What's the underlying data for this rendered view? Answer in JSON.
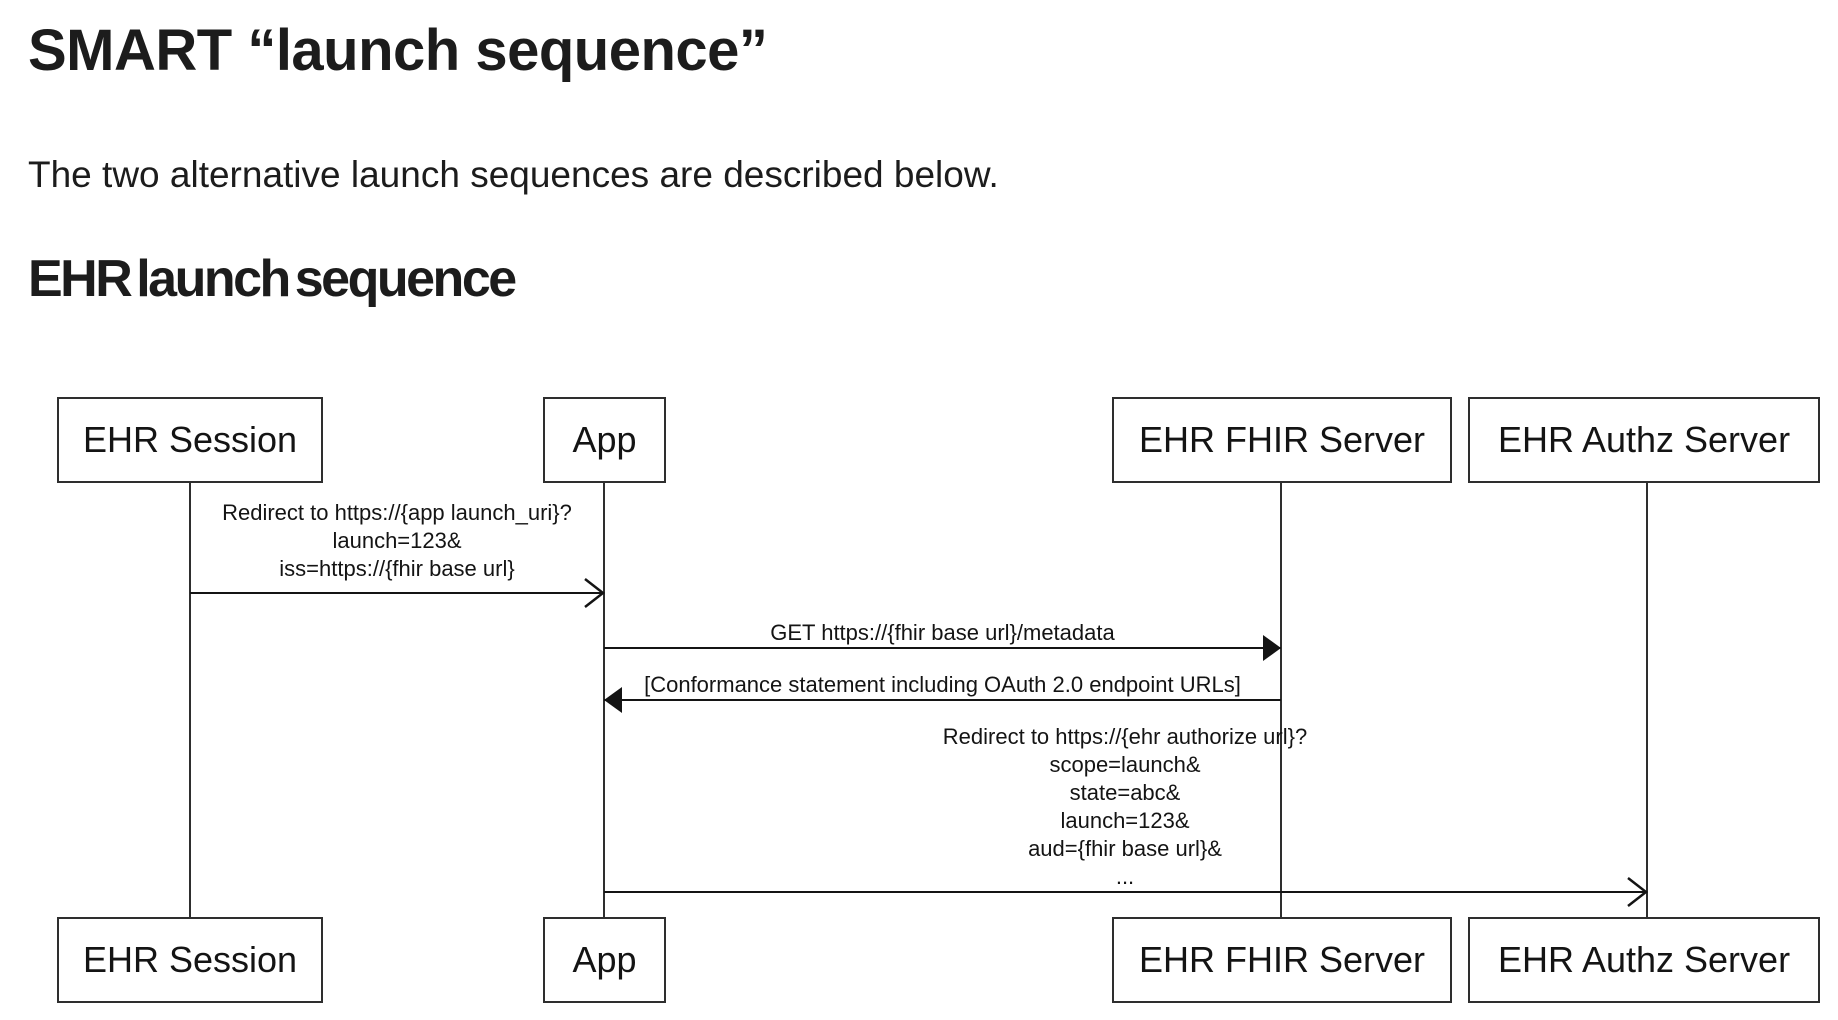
{
  "page": {
    "title": "SMART “launch sequence”",
    "intro": "The two alternative launch sequences are described below.",
    "section_heading": "EHR launch sequence"
  },
  "diagram": {
    "type": "uml-sequence-diagram",
    "colors": {
      "line": "#141414",
      "border": "#2e2e2e",
      "text": "#141414",
      "background": "#ffffff"
    },
    "actors": [
      {
        "id": "ehr-session",
        "label": "EHR Session"
      },
      {
        "id": "app",
        "label": "App"
      },
      {
        "id": "ehr-fhir-server",
        "label": "EHR FHIR Server"
      },
      {
        "id": "ehr-authz-server",
        "label": "EHR Authz Server"
      }
    ],
    "messages": [
      {
        "from": "ehr-session",
        "to": "app",
        "arrowhead": "open",
        "lines": [
          "Redirect to https://{app launch_uri}?",
          "launch=123&",
          "iss=https://{fhir base url}"
        ]
      },
      {
        "from": "app",
        "to": "ehr-fhir-server",
        "arrowhead": "filled",
        "lines": [
          "GET https://{fhir base url}/metadata"
        ]
      },
      {
        "from": "ehr-fhir-server",
        "to": "app",
        "arrowhead": "filled",
        "lines": [
          "[Conformance statement including OAuth 2.0 endpoint URLs]"
        ]
      },
      {
        "from": "app",
        "to": "ehr-authz-server",
        "arrowhead": "open",
        "lines": [
          "Redirect to https://{ehr authorize url}?",
          "scope=launch&",
          "state=abc&",
          "launch=123&",
          "aud={fhir base url}&",
          "..."
        ]
      }
    ]
  }
}
